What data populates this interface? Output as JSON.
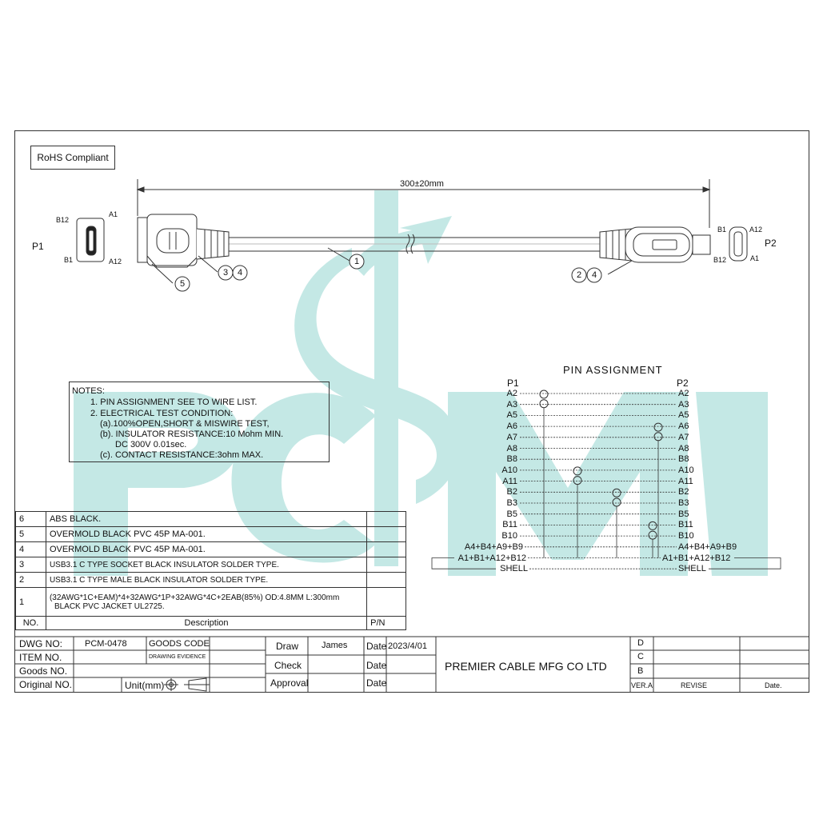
{
  "rohs_label": "RoHS Compliant",
  "length_label": "300±20mm",
  "p1_label": "P1",
  "p2_label": "P2",
  "p1_pins": {
    "tl": "B12",
    "tr": "A1",
    "bl": "B1",
    "br": "A12"
  },
  "p2_pins": {
    "tl": "B1",
    "tr": "A12",
    "bl": "B12",
    "br": "A1"
  },
  "balloons": [
    "1",
    "2",
    "3",
    "4",
    "5"
  ],
  "notes": {
    "title": "NOTES:",
    "lines": [
      "1. PIN ASSIGNMENT SEE TO WIRE LIST.",
      "2. ELECTRICAL TEST CONDITION:",
      "(a).100%OPEN,SHORT & MISWIRE TEST,",
      "(b). INSULATOR RESISTANCE:10 Mohm MIN.",
      "DC 300V 0.01sec.",
      "(c). CONTACT RESISTANCE:3ohm MAX."
    ]
  },
  "pin_assignment": {
    "title": "PIN   ASSIGNMENT",
    "p1": "P1",
    "p2": "P2",
    "rows": [
      {
        "l": "A2",
        "r": "A2"
      },
      {
        "l": "A3",
        "r": "A3"
      },
      {
        "l": "A5",
        "r": "A5"
      },
      {
        "l": "A6",
        "r": "A6"
      },
      {
        "l": "A7",
        "r": "A7"
      },
      {
        "l": "A8",
        "r": "A8"
      },
      {
        "l": "B8",
        "r": "B8"
      },
      {
        "l": "A10",
        "r": "A10"
      },
      {
        "l": "A11",
        "r": "A11"
      },
      {
        "l": "B2",
        "r": "B2"
      },
      {
        "l": "B3",
        "r": "B3"
      },
      {
        "l": "B5",
        "r": "B5"
      },
      {
        "l": "B11",
        "r": "B11"
      },
      {
        "l": "B10",
        "r": "B10"
      },
      {
        "l": "A4+B4+A9+B9",
        "r": "A4+B4+A9+B9"
      },
      {
        "l": "A1+B1+A12+B12",
        "r": "A1+B1+A12+B12"
      },
      {
        "l": "SHELL",
        "r": "SHELL"
      }
    ]
  },
  "bom": {
    "rows": [
      {
        "no": "6",
        "desc": "ABS  BLACK."
      },
      {
        "no": "5",
        "desc": "OVERMOLD BLACK PVC 45P MA-001."
      },
      {
        "no": "4",
        "desc": "OVERMOLD BLACK PVC 45P MA-001."
      },
      {
        "no": "3",
        "desc": "USB3.1 C TYPE SOCKET BLACK INSULATOR SOLDER TYPE."
      },
      {
        "no": "2",
        "desc": "USB3.1 C TYPE MALE BLACK INSULATOR SOLDER TYPE."
      },
      {
        "no": "1",
        "desc": "(32AWG*1C+EAM)*4+32AWG*1P+32AWG*4C+2EAB(85%)  OD:4.8MM   L:300mm",
        "desc2": "BLACK PVC JACKET UL2725."
      }
    ],
    "header": {
      "no": "NO.",
      "desc": "Description",
      "pn": "P/N"
    }
  },
  "title_block": {
    "dwg_no_label": "DWG NO:",
    "dwg_no": "PCM-0478",
    "goods_code_label": "GOODS CODE",
    "item_no_label": "ITEM NO.",
    "drawing_evidence": "DRAWING EVIDENCE",
    "goods_no_label": "Goods NO.",
    "original_no_label": "Original NO.",
    "unit_label": "Unit(mm)",
    "draw_label": "Draw",
    "draw_name": "James",
    "date_label": "Date",
    "date_value": "2023/4/01",
    "check_label": "Check",
    "approval_label": "Approval",
    "company": "PREMIER CABLE MFG CO LTD",
    "rev_d": "D",
    "rev_c": "C",
    "rev_b": "B",
    "ver_label": "VER.A",
    "revise_label": "REVISE",
    "rev_date_label": "Date."
  },
  "colors": {
    "watermark": "#bfe6e3",
    "watermark_dark": "#9fd6d2",
    "line": "#333333"
  }
}
